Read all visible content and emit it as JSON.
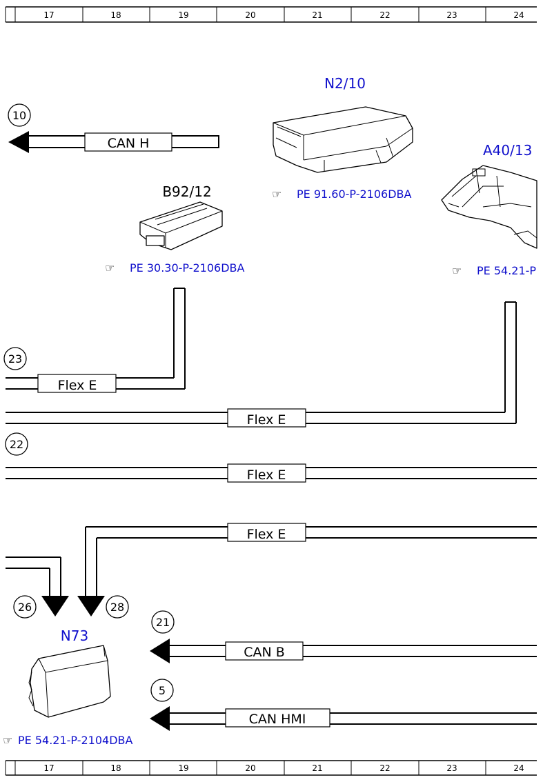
{
  "ruler": {
    "columns": [
      "17",
      "18",
      "19",
      "20",
      "21",
      "22",
      "23",
      "24"
    ]
  },
  "components": {
    "n2_10": {
      "name": "N2/10",
      "ref": "PE 91.60-P-2106DBA"
    },
    "b92_12": {
      "name": "B92/12",
      "ref": "PE 30.30-P-2106DBA"
    },
    "a40_13": {
      "name": "A40/13",
      "ref": "PE 54.21-P"
    },
    "n73": {
      "name": "N73",
      "ref": "PE 54.21-P-2104DBA"
    }
  },
  "connectors": {
    "c10": "10",
    "c23": "23",
    "c22": "22",
    "c26": "26",
    "c28": "28",
    "c21": "21",
    "c5": "5"
  },
  "bus_labels": {
    "can_h": "CAN H",
    "flex_e_1": "Flex E",
    "flex_e_2": "Flex E",
    "flex_e_3": "Flex E",
    "flex_e_4": "Flex E",
    "can_b": "CAN B",
    "can_hmi": "CAN HMI"
  },
  "colors": {
    "component_label": "#1010cc",
    "line": "#000000"
  }
}
